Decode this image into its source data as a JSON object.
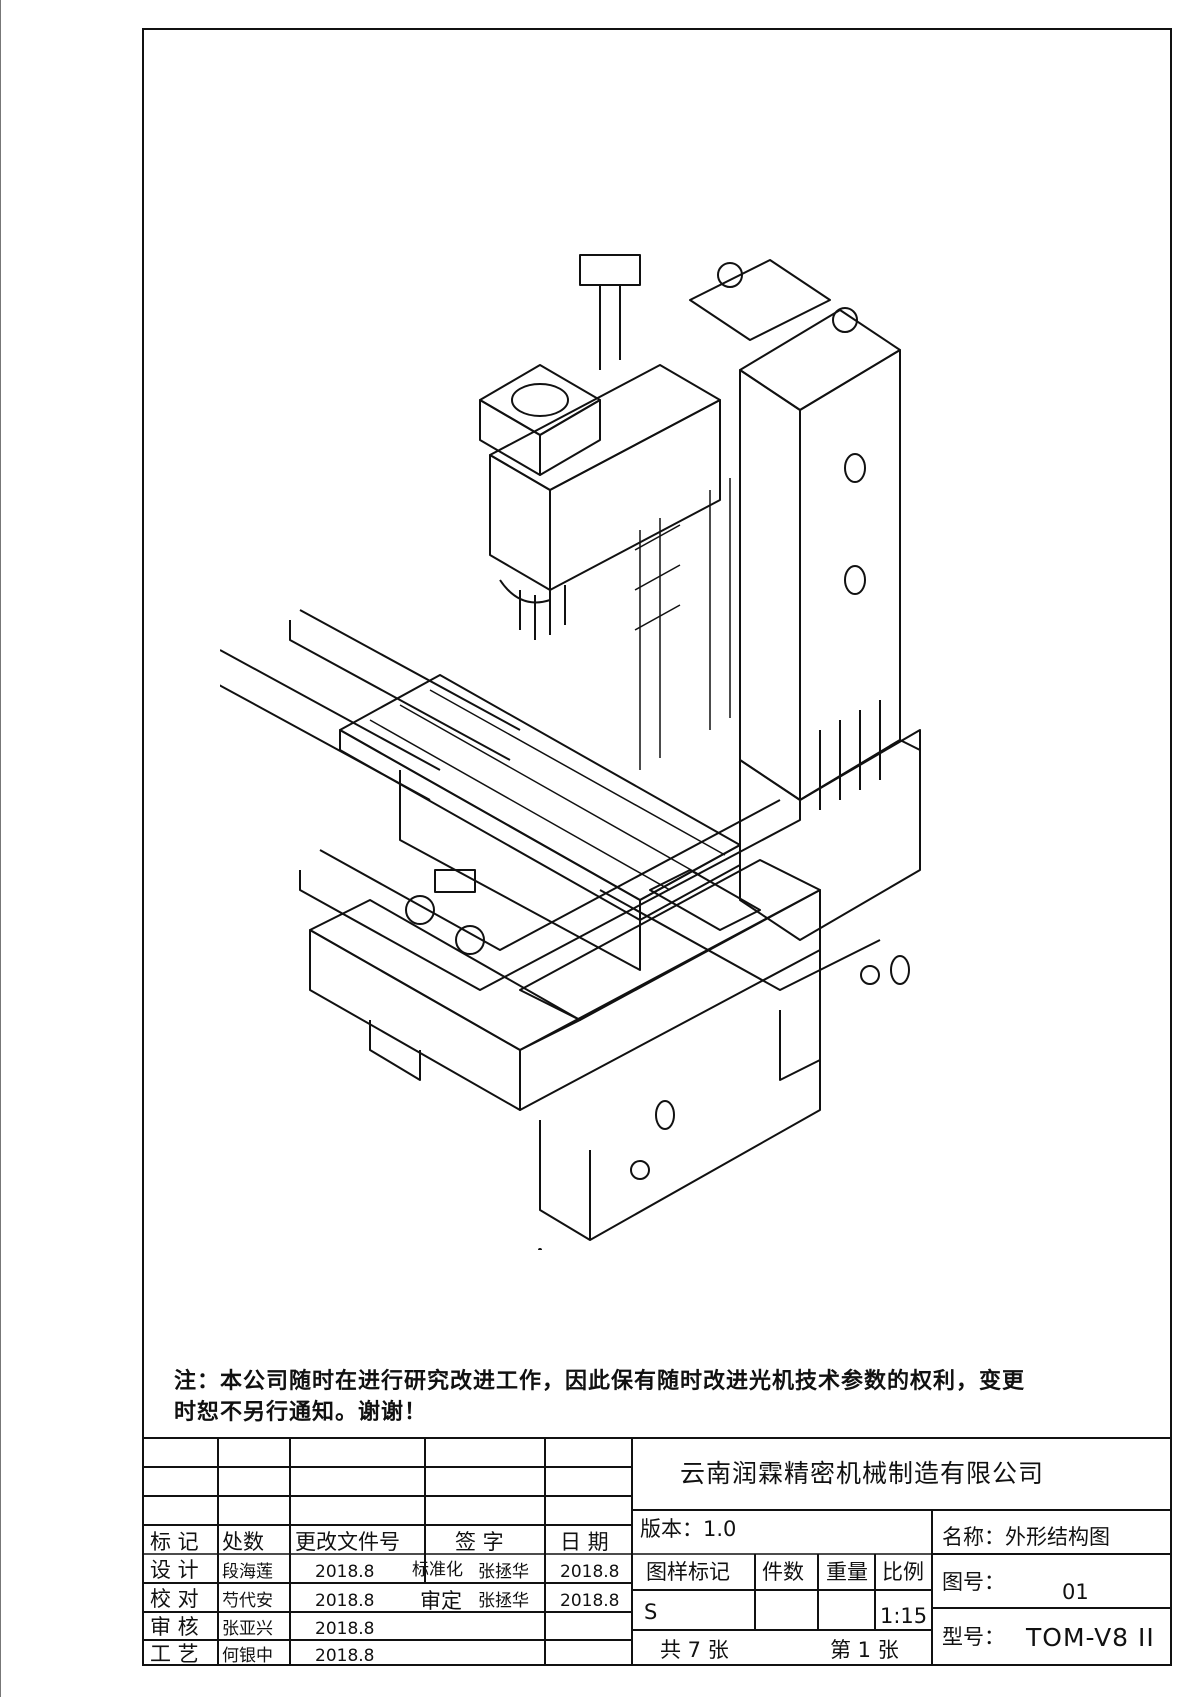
{
  "note": {
    "line1": "注：本公司随时在进行研究改进工作，因此保有随时改进光机技术参数的权利，变更",
    "line2": "时恕不另行通知。谢谢！"
  },
  "title_block": {
    "company": "云南润霖精密机械制造有限公司",
    "version": "版本：1.0",
    "name": "名称：外形结构图",
    "drawing_no_label": "图号：",
    "drawing_no": "01",
    "model_label": "型号：",
    "model": "TOM-V8 II",
    "cols": {
      "mark": "标 记",
      "count": "处数",
      "doc": "更改文件号",
      "sign": "签 字",
      "date": "日 期"
    },
    "roles": [
      {
        "role": "设 计",
        "person": "段海莲",
        "date": "2018.8"
      },
      {
        "role": "校 对",
        "person": "芍代安",
        "date": "2018.8"
      },
      {
        "role": "审 核",
        "person": "张亚兴",
        "date": "2018.8"
      },
      {
        "role": "工 艺",
        "person": "何银中",
        "date": "2018.8"
      }
    ],
    "standardization": {
      "label": "标准化",
      "person": "张拯华",
      "date": "2018.8"
    },
    "approval": {
      "label": "审定",
      "person": "张拯华",
      "date": "2018.8"
    },
    "sample_headers": {
      "mark": "图样标记",
      "qty": "件数",
      "weight": "重量",
      "scale": "比例"
    },
    "sample_mark": "S",
    "scale": "1:15",
    "total_sheets": "共 7 张",
    "sheet_no": "第 1 张"
  }
}
